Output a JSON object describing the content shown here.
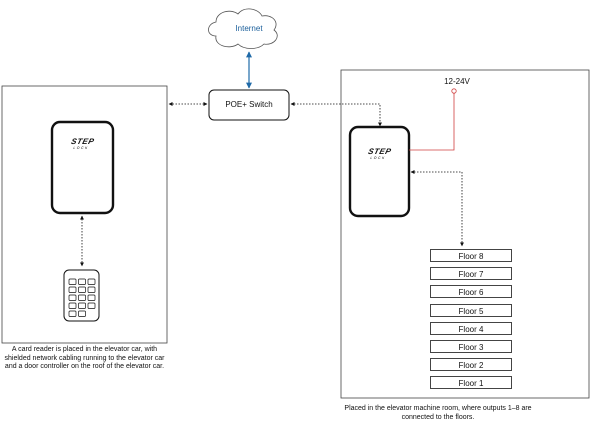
{
  "internet_label": "Internet",
  "switch_label": "POE+ Switch",
  "power_label": "12-24V",
  "brand_name": "STEP",
  "brand_sub": "LOCK",
  "left_caption": "A card reader is placed in the elevator car, with shielded network cabling running to the elevator car and a door controller on the roof of the elevator car.",
  "right_caption": "Placed in the elevator machine room, where outputs 1–8 are connected to the floors.",
  "floors": [
    "Floor 8",
    "Floor 7",
    "Floor 6",
    "Floor 5",
    "Floor 4",
    "Floor 3",
    "Floor 2",
    "Floor 1"
  ],
  "colors": {
    "internet_text": "#1a5e9a",
    "internet_link": "#1f6aa8",
    "power_wire": "#d04040",
    "device_body": "#ffffff",
    "device_border": "#111111"
  }
}
